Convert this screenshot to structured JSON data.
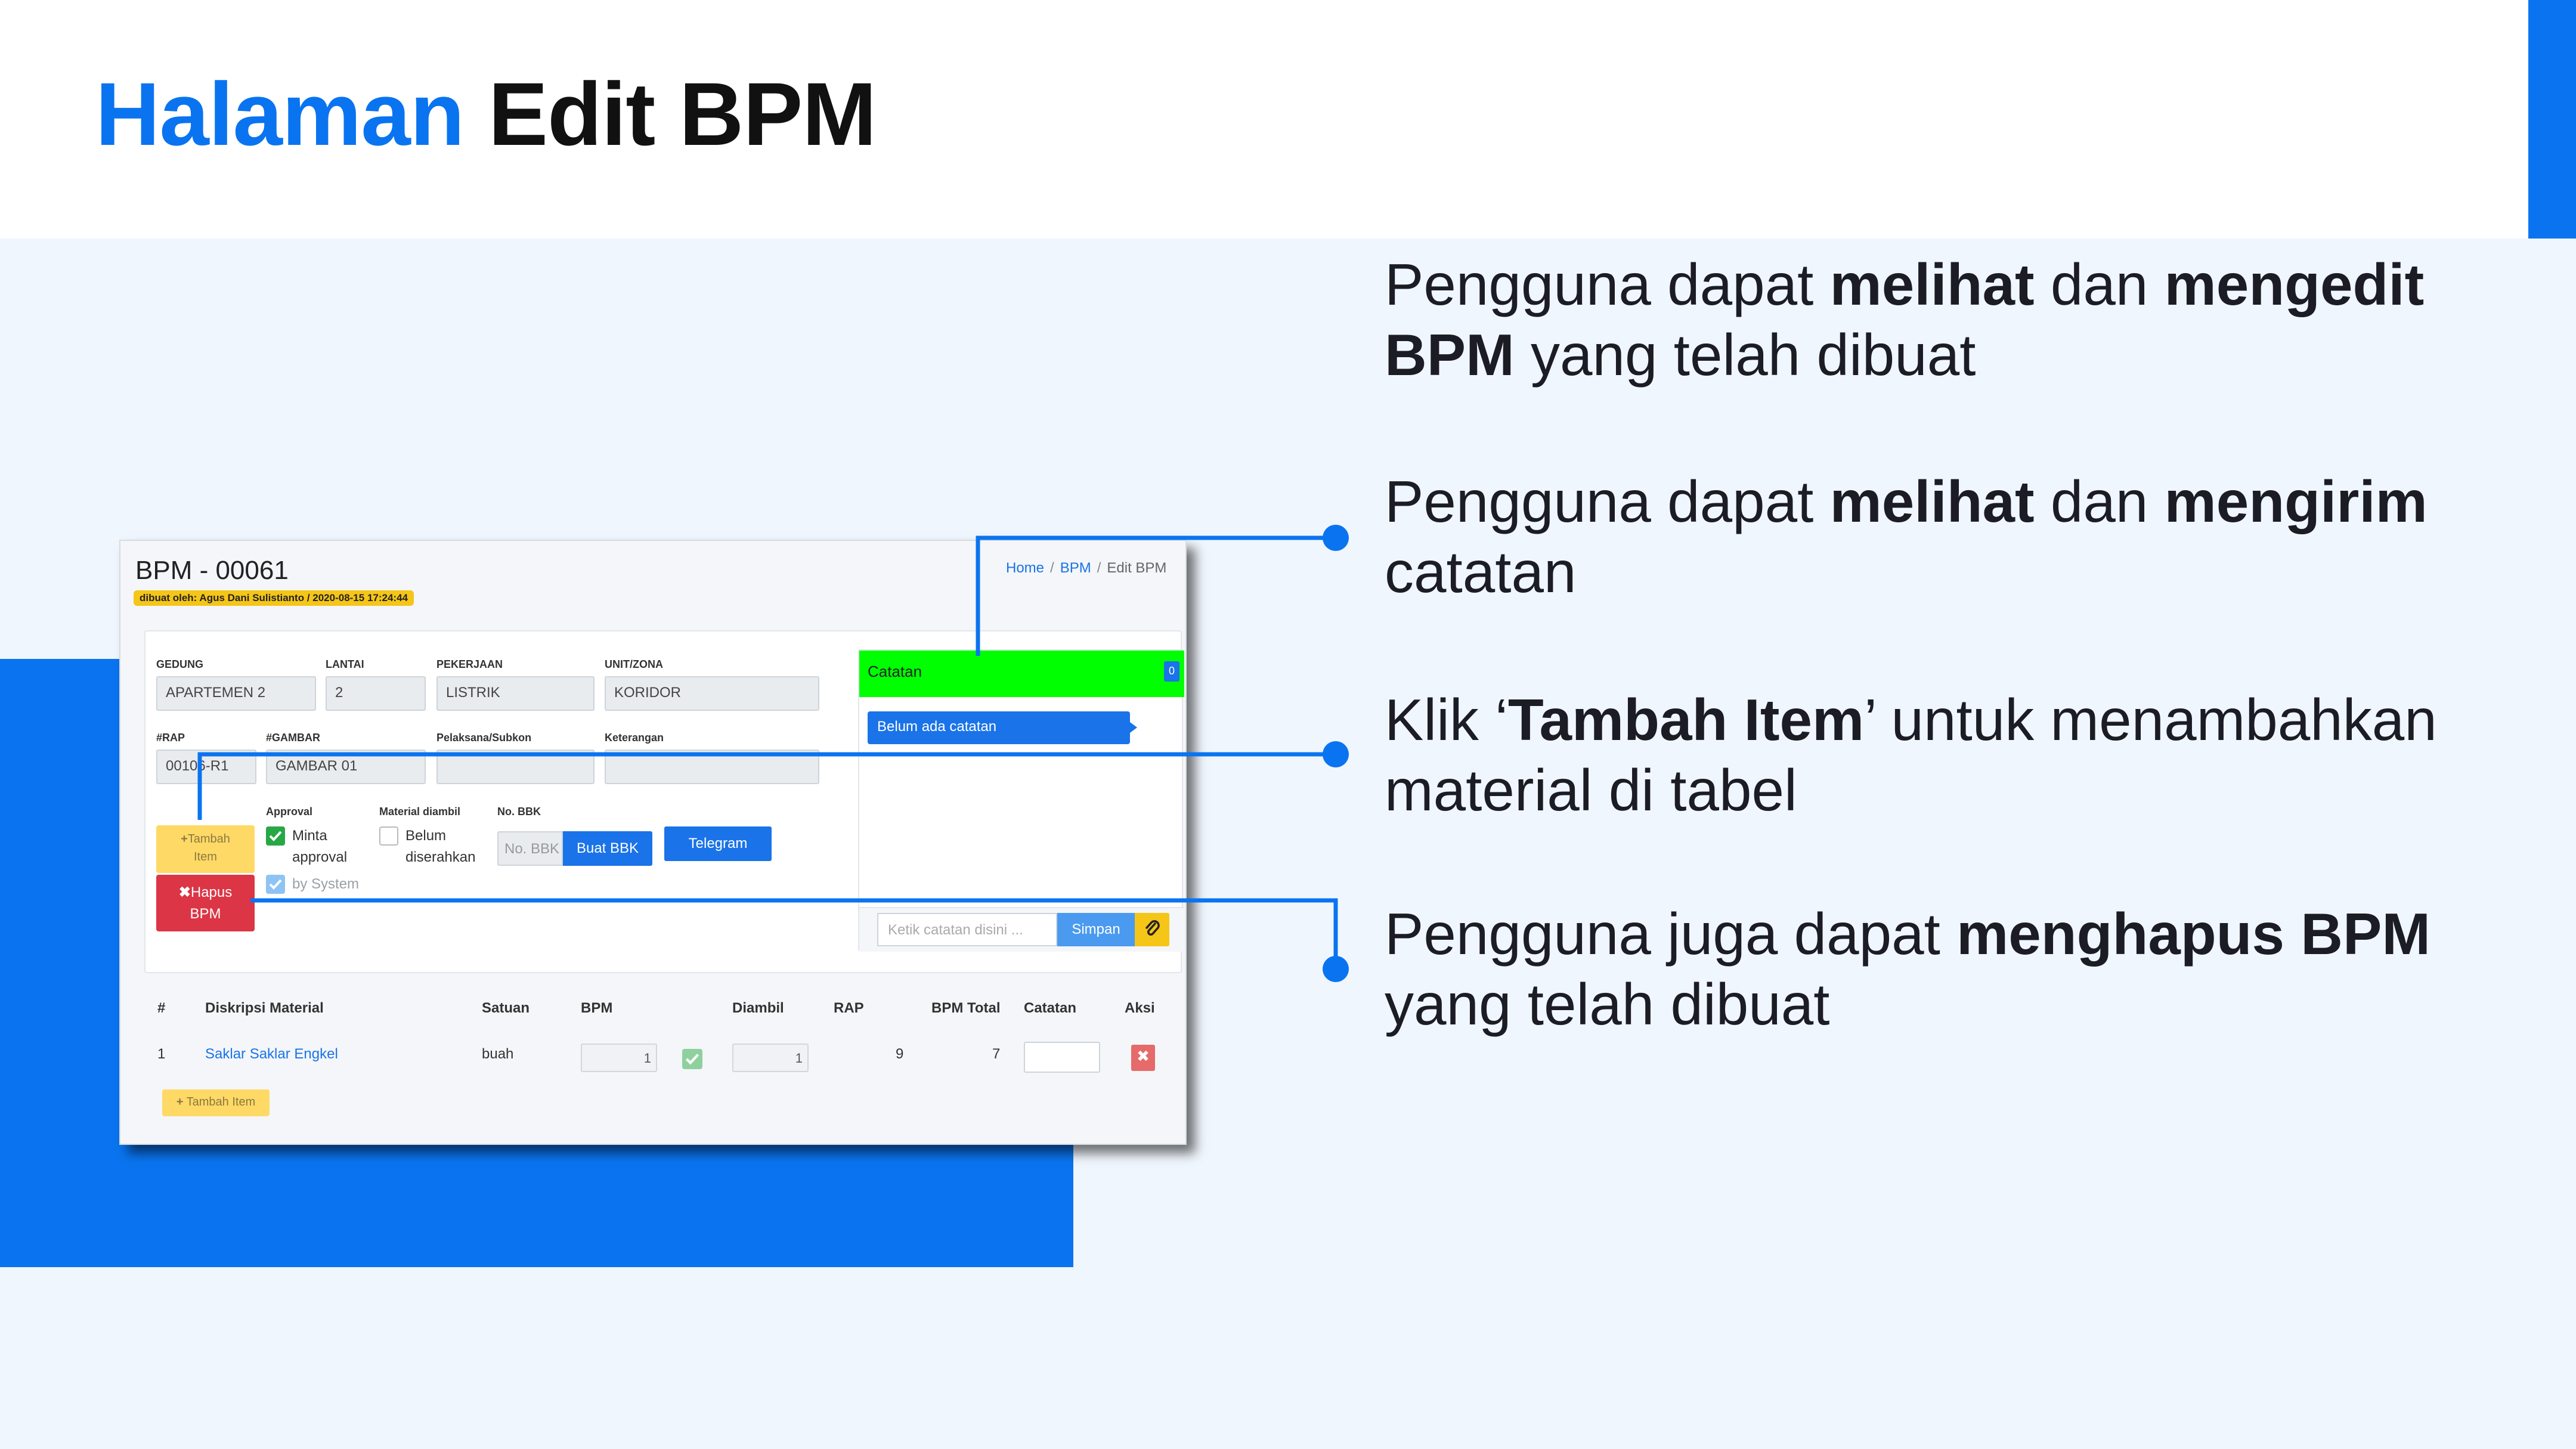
{
  "slide": {
    "title_highlight": "Halaman",
    "title_rest": "Edit BPM"
  },
  "descriptions": [
    {
      "pre": "Pengguna dapat ",
      "b1": "melihat",
      "mid": " dan ",
      "b2": "mengedit BPM",
      "post": " yang telah dibuat"
    },
    {
      "pre": "Pengguna dapat ",
      "b1": "melihat",
      "mid": " dan ",
      "b2": "mengirim",
      "post": " catatan"
    },
    {
      "pre": "Klik ‘",
      "b1": "Tambah Item",
      "post": "’ untuk menambahkan material di tabel"
    },
    {
      "pre": "Pengguna juga dapat ",
      "b1": "menghapus BPM",
      "post": " yang telah dibuat"
    }
  ],
  "colors": {
    "accent": "#0a74f0",
    "background": "#f0f6fd",
    "notes_header": "#00ff00",
    "danger": "#dc3545",
    "warning": "#ffd966"
  },
  "app": {
    "title": "BPM - 00061",
    "creator": "dibuat oleh: Agus Dani Sulistianto / 2020-08-15 17:24:44",
    "breadcrumb": {
      "home": "Home",
      "bpm": "BPM",
      "current": "Edit BPM"
    },
    "form": {
      "gedung_label": "GEDUNG",
      "gedung_value": "APARTEMEN 2",
      "lantai_label": "LANTAI",
      "lantai_value": "2",
      "pekerjaan_label": "PEKERJAAN",
      "pekerjaan_value": "LISTRIK",
      "zona_label": "UNIT/ZONA",
      "zona_value": "KORIDOR",
      "rap_label": "#RAP",
      "rap_value": "00106-R1",
      "gambar_label": "#GAMBAR",
      "gambar_value": "GAMBAR 01",
      "pelaksana_label": "Pelaksana/Subkon",
      "pelaksana_value": "",
      "keterangan_label": "Keterangan",
      "keterangan_value": "",
      "approval_label": "Approval",
      "approval_text1": "Minta",
      "approval_text2": "approval",
      "by_system": "by System",
      "material_label": "Material diambil",
      "material_text1": "Belum",
      "material_text2": "diserahkan",
      "nobbk_label": "No. BBK",
      "nobbk_placeholder": "No. BBK",
      "buat_bbk": "Buat BBK",
      "telegram": "Telegram",
      "tambah_item_line1": "Tambah",
      "tambah_item_line2": "Item",
      "hapus_line1": "Hapus",
      "hapus_line2": "BPM"
    },
    "notes": {
      "title": "Catatan",
      "count": "0",
      "empty": "Belum ada catatan",
      "placeholder": "Ketik catatan disini ...",
      "save": "Simpan",
      "attach_icon": "paperclip-icon"
    },
    "table": {
      "headers": [
        "#",
        "Diskripsi Material",
        "Satuan",
        "BPM",
        "Diambil",
        "RAP",
        "BPM Total",
        "Catatan",
        "Aksi"
      ],
      "rows": [
        {
          "no": "1",
          "material": "Saklar Saklar Engkel",
          "satuan": "buah",
          "bpm": "1",
          "diambil": "1",
          "rap": "9",
          "bpm_total": "7",
          "catatan": ""
        }
      ],
      "add_item": "Tambah Item"
    }
  }
}
